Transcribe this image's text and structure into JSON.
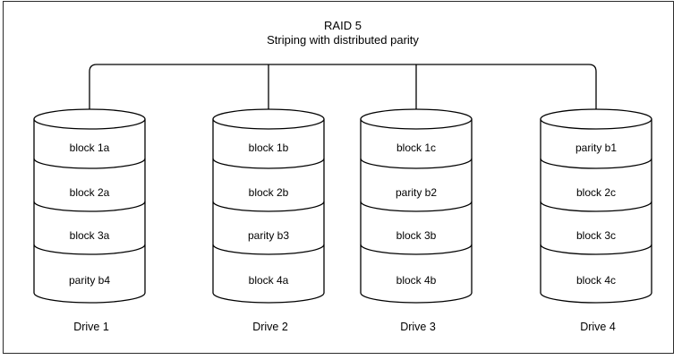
{
  "title": "RAID 5",
  "subtitle": "Striping with distributed parity",
  "drives": [
    {
      "name": "Drive 1",
      "blocks": [
        "block 1a",
        "block 2a",
        "block 3a",
        "parity b4"
      ]
    },
    {
      "name": "Drive 2",
      "blocks": [
        "block 1b",
        "block 2b",
        "parity b3",
        "block 4a"
      ]
    },
    {
      "name": "Drive 3",
      "blocks": [
        "block 1c",
        "parity b2",
        "block 3b",
        "block 4b"
      ]
    },
    {
      "name": "Drive 4",
      "blocks": [
        "parity b1",
        "block 2c",
        "block 3c",
        "block 4c"
      ]
    }
  ],
  "colors": {
    "line": "#000000",
    "background": "#ffffff",
    "text": "#000000"
  }
}
